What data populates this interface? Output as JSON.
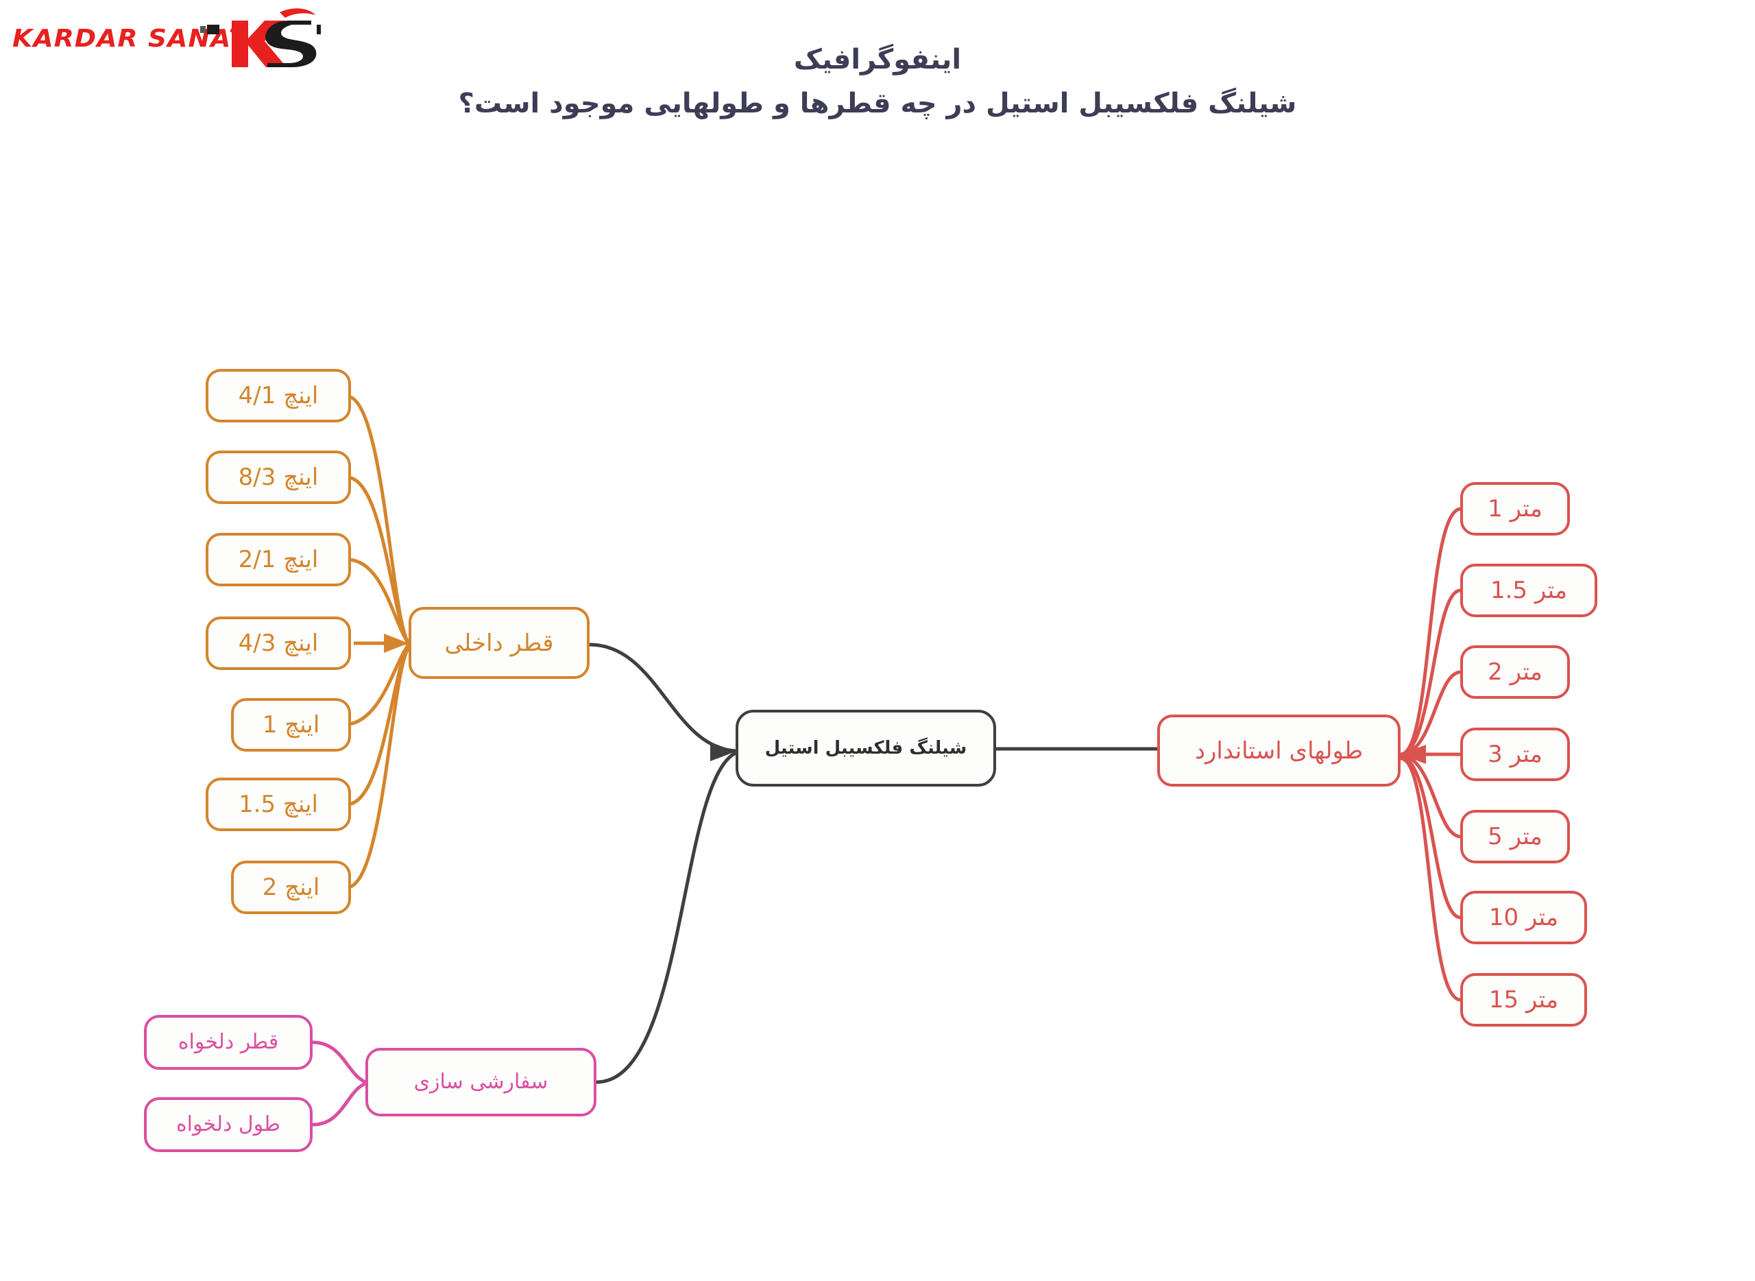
{
  "brand": {
    "wordmark": "KARDAR SANAT",
    "logo_colors": {
      "red": "#e8201f",
      "black": "#1c1c1c"
    }
  },
  "header": {
    "title": "اینفوگرافیک",
    "subtitle": "شیلنگ فلکسیبل استیل در چه قطرها و طولهایی موجود است؟",
    "text_color": "#3e3d56"
  },
  "mindmap": {
    "root": {
      "label": "شیلنگ فلکسیبل استیل",
      "color": "#3f3f3f"
    },
    "branches": [
      {
        "id": "inner-diameter",
        "label": "قطر داخلی",
        "color": "#d4852c",
        "side": "left",
        "children": [
          {
            "label": "اینچ 4/1"
          },
          {
            "label": "اینچ 8/3"
          },
          {
            "label": "اینچ 2/1"
          },
          {
            "label": "اینچ 4/3"
          },
          {
            "label": "اینچ 1"
          },
          {
            "label": "اینچ 1.5"
          },
          {
            "label": "اینچ 2"
          }
        ]
      },
      {
        "id": "standard-lengths",
        "label": "طولهای استاندارد",
        "color": "#d9534f",
        "side": "right",
        "children": [
          {
            "label": "متر 1"
          },
          {
            "label": "متر 1.5"
          },
          {
            "label": "متر 2"
          },
          {
            "label": "متر 3"
          },
          {
            "label": "متر 5"
          },
          {
            "label": "متر 10"
          },
          {
            "label": "متر 15"
          }
        ]
      },
      {
        "id": "customization",
        "label": "سفارشی سازی",
        "color": "#d94fa0",
        "side": "left-bottom",
        "children": [
          {
            "label": "قطر دلخواه"
          },
          {
            "label": "طول دلخواه"
          }
        ]
      }
    ]
  }
}
